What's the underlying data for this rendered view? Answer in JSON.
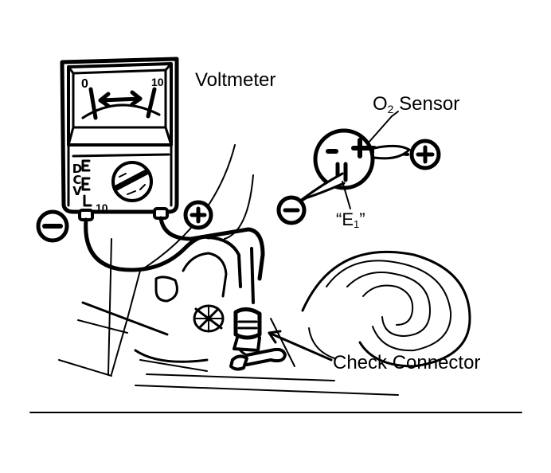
{
  "labels": {
    "voltmeter": "Voltmeter",
    "o2_main": "O",
    "o2_sub": "2",
    "o2_rest": " Sensor",
    "e1_main": "“E",
    "e1_sub": "1",
    "e1_close": "”",
    "check_connector": "Check Connector"
  },
  "meter": {
    "scale_left": "0",
    "scale_right": "10",
    "dial_letters": [
      "D",
      "C",
      "V"
    ],
    "range_number": "10"
  },
  "icons": {
    "minus": "minus-circle-icon",
    "plus": "plus-circle-icon"
  },
  "colors": {
    "ink": "#000000",
    "paper": "#ffffff"
  }
}
